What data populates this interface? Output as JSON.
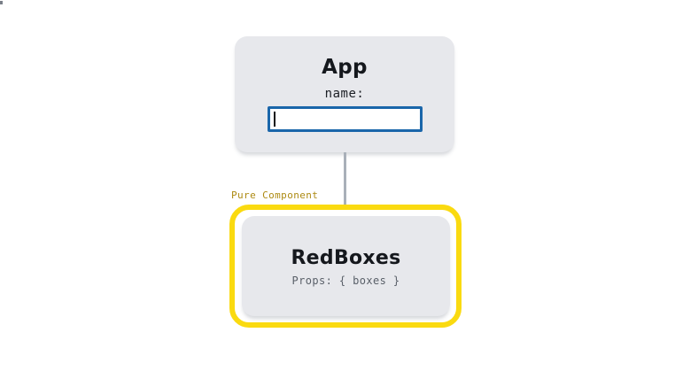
{
  "diagram": {
    "background_color": "#ffffff",
    "card_color": "#e7e8ec",
    "connector_color": "#a9b0b9",
    "highlight_color": "#fada10",
    "input_border_color": "#1a66aa"
  },
  "app_card": {
    "title": "App",
    "field_label": "name:",
    "input": {
      "value": "",
      "placeholder": ""
    }
  },
  "pure_component": {
    "badge_label": "Pure Component",
    "badge_color": "#ad8a12",
    "card": {
      "title": "RedBoxes",
      "props": "Props: { boxes }"
    }
  }
}
